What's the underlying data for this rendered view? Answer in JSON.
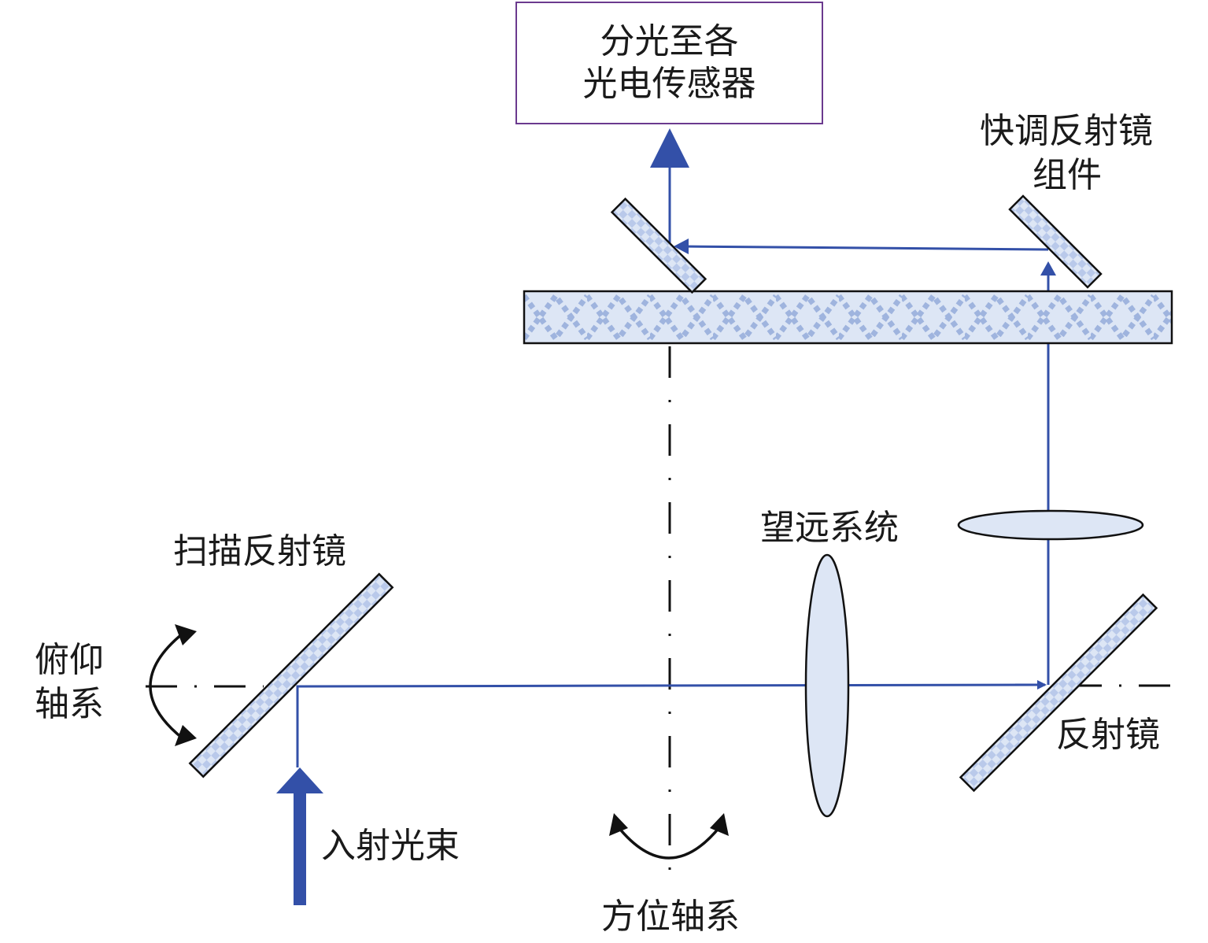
{
  "labels": {
    "output_box_line1": "分光至各",
    "output_box_line2": "光电传感器",
    "fsm_line1": "快调反射镜",
    "fsm_line2": "组件",
    "telescope": "望远系统",
    "scan_mirror": "扫描反射镜",
    "pitch_line1": "俯仰",
    "pitch_line2": "轴系",
    "reflector": "反射镜",
    "incident_beam": "入射光束",
    "azimuth": "方位轴系"
  },
  "colors": {
    "beam": "#3350a8",
    "mirror_fill": "#dde6f5",
    "mirror_pattern": "#9fb4de",
    "box_border": "#6b3a8e",
    "outline": "#111111"
  }
}
